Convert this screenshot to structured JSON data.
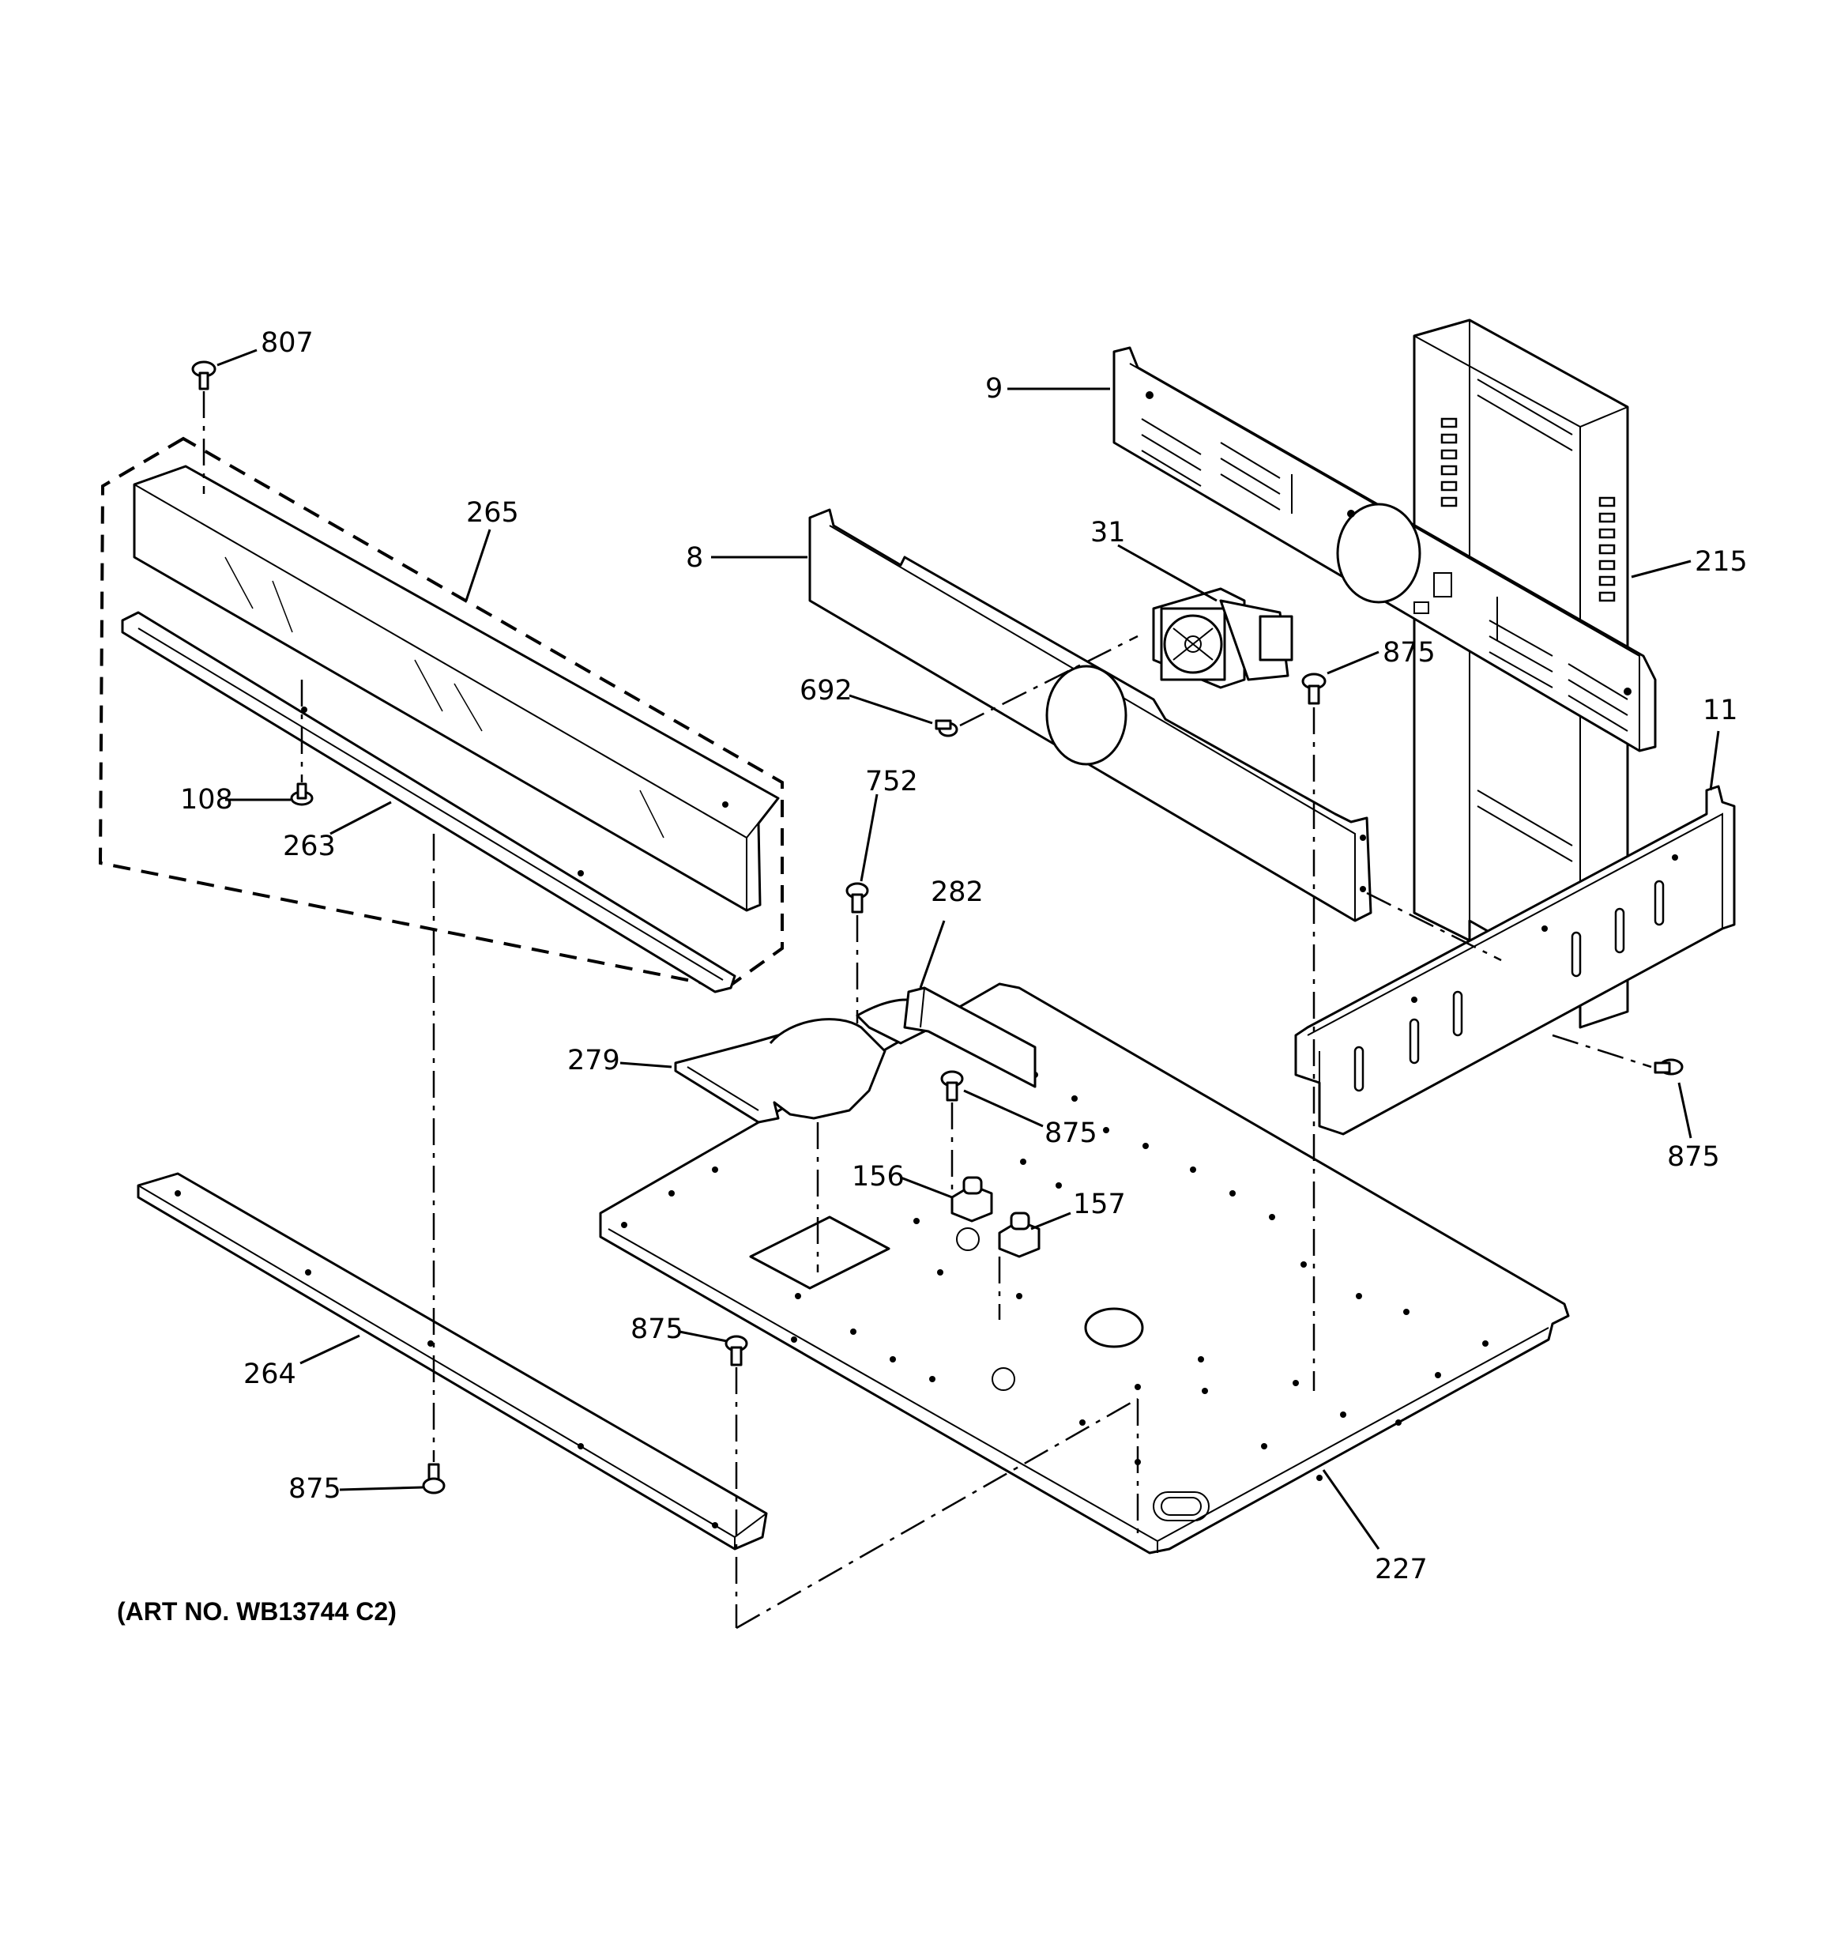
{
  "callouts": {
    "p807": "807",
    "p265": "265",
    "p108": "108",
    "p263": "263",
    "p9": "9",
    "p8": "8",
    "p31": "31",
    "p215": "215",
    "p875a": "875",
    "p692": "692",
    "p11": "11",
    "p752": "752",
    "p282": "282",
    "p279": "279",
    "p875b": "875",
    "p875c": "875",
    "p156": "156",
    "p157": "157",
    "p875d": "875",
    "p264": "264",
    "p875e": "875",
    "p227": "227"
  },
  "art_number": "(ART NO. WB13744 C2)"
}
